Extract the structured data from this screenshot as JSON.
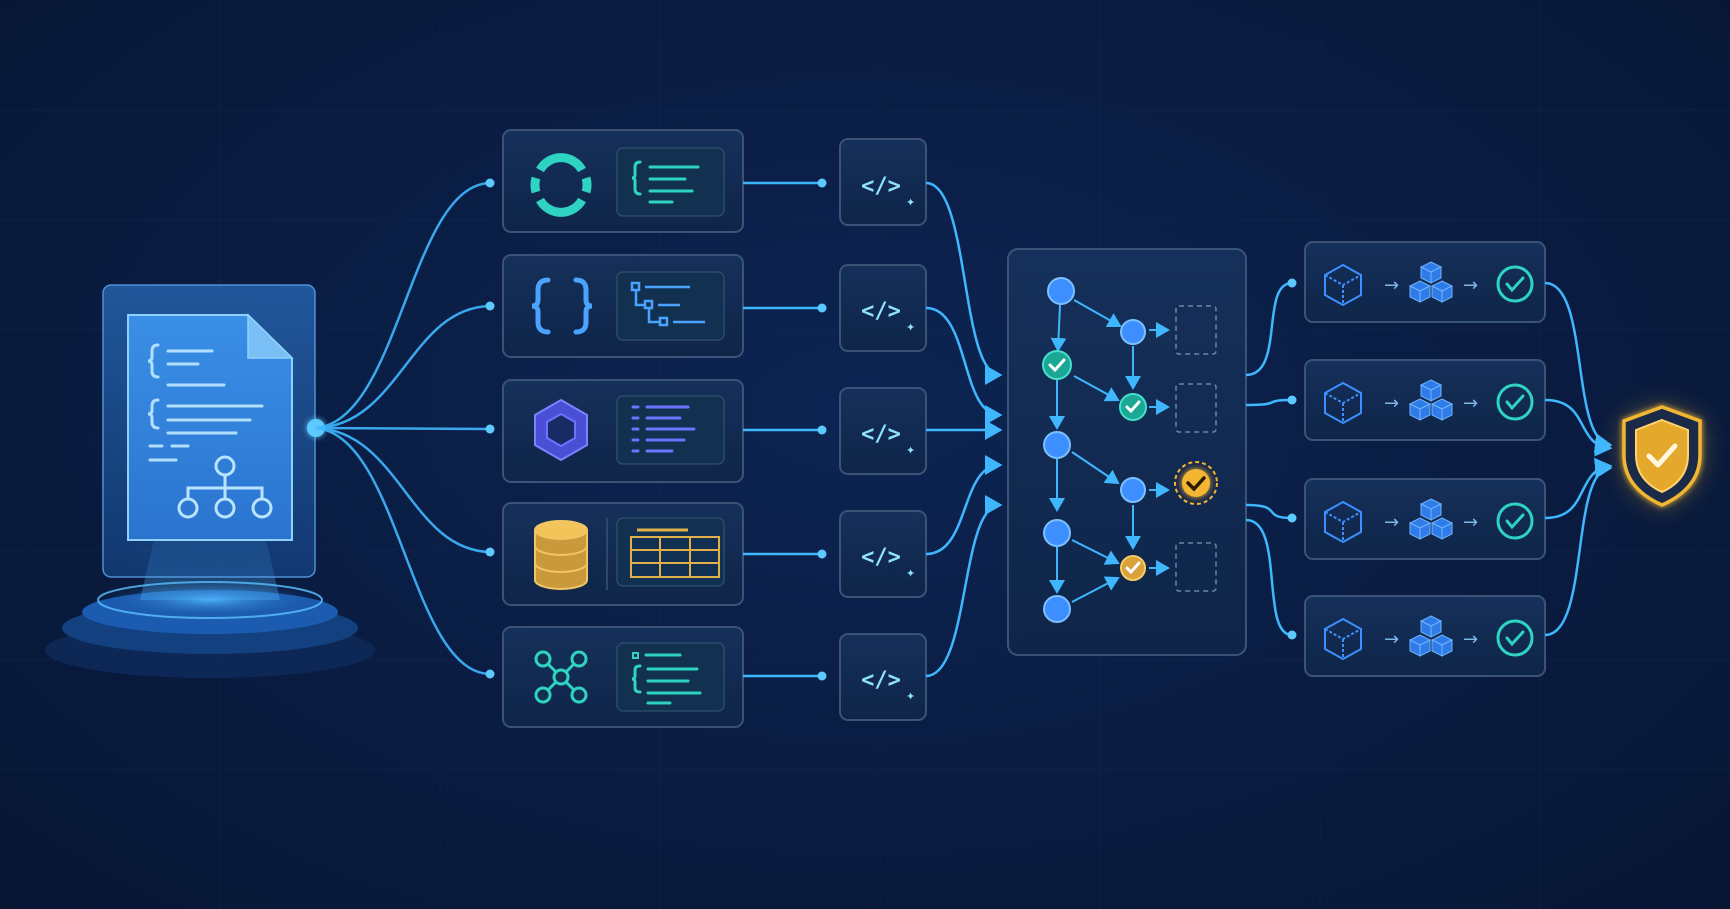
{
  "diagram": {
    "source": {
      "icons": [
        "code-document-icon",
        "hierarchy-icon"
      ],
      "pedestal": "glowing-pedestal"
    },
    "stages": [
      {
        "id": "ring",
        "icon": "segmented-ring-icon",
        "detail": "code-lines",
        "color": "#2fd3c2"
      },
      {
        "id": "json",
        "icon": "curly-braces-icon",
        "detail": "tree-outline",
        "color": "#4aa3ff"
      },
      {
        "id": "hex",
        "icon": "hexagon-icon",
        "detail": "bullet-list",
        "color": "#6b73ff"
      },
      {
        "id": "db",
        "icon": "database-icon",
        "detail": "table-grid",
        "color": "#e0b04a"
      },
      {
        "id": "graph",
        "icon": "graph-network-icon",
        "detail": "code-lines",
        "color": "#2fd3c2"
      }
    ],
    "codegen": {
      "count": 5,
      "icon": "code-sparkle-icon",
      "label": "</>"
    },
    "orchestrator": {
      "nodes": [
        {
          "status": "pending",
          "color": "#3d8eff"
        },
        {
          "status": "done",
          "color": "#2fd3c2"
        },
        {
          "status": "pending",
          "color": "#3d8eff"
        },
        {
          "status": "pending",
          "color": "#3d8eff"
        },
        {
          "status": "pending",
          "color": "#3d8eff"
        }
      ],
      "branches": [
        {
          "status": "pending",
          "color": "#3d8eff"
        },
        {
          "status": "done",
          "color": "#2fd3c2"
        },
        {
          "status": "warning",
          "color": "#f2b632"
        },
        {
          "status": "warning",
          "color": "#f2b632"
        }
      ]
    },
    "pipelines": {
      "count": 4,
      "steps": [
        "outline-cube-icon",
        "arrow-right-icon",
        "stacked-cubes-icon",
        "arrow-right-icon",
        "check-circle-icon"
      ]
    },
    "result": {
      "icon": "shield-check-icon",
      "color": "#f2b632"
    },
    "colors": {
      "line": "#3fb7ff",
      "panel": "#112a50",
      "panel_border": "#3a5377"
    }
  }
}
